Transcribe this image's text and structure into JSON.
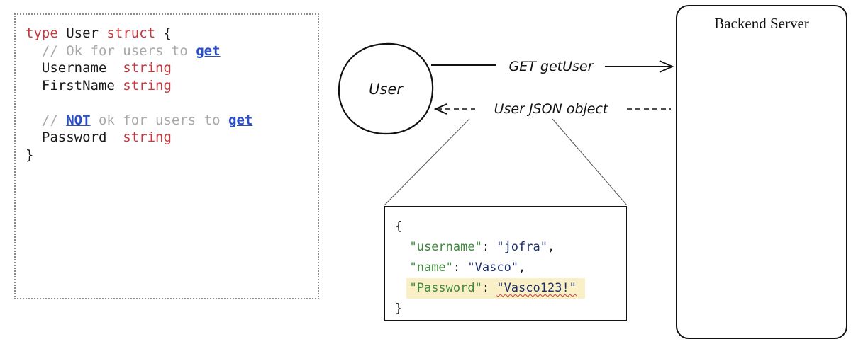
{
  "code": {
    "lines": [
      [
        [
          "kw",
          "type"
        ],
        [
          "",
          "User"
        ],
        [
          "kw",
          "struct"
        ],
        [
          "",
          "{"
        ]
      ],
      [
        [
          "cm",
          "  // Ok for users to "
        ],
        [
          "lk",
          "get"
        ]
      ],
      [
        [
          "",
          "  Username  "
        ],
        [
          "kw",
          "string"
        ]
      ],
      [
        [
          "",
          "  FirstName "
        ],
        [
          "kw",
          "string"
        ]
      ],
      [],
      [
        [
          "cm",
          "  // "
        ],
        [
          "lk",
          "NOT"
        ],
        [
          "cm",
          " ok for users to "
        ],
        [
          "lk",
          "get"
        ]
      ],
      [
        [
          "",
          "  Password  "
        ],
        [
          "kw",
          "string"
        ]
      ],
      [
        [
          "",
          "}"
        ]
      ]
    ]
  },
  "diagram": {
    "user_label": "User",
    "request_label": "GET getUser",
    "response_label": "User JSON object",
    "server_label": "Backend Server"
  },
  "json_box": {
    "open": "{",
    "close": "}",
    "fields": [
      {
        "key": "\"username\"",
        "value": "\"jofra\"",
        "trail": ",",
        "highlight": false
      },
      {
        "key": "\"name\"",
        "value": "\"Vasco\"",
        "trail": ",",
        "highlight": false
      },
      {
        "key": "\"Password\"",
        "value": "\"Vasco123!\"",
        "trail": "",
        "highlight": true
      }
    ]
  },
  "colors": {
    "keyword": "#c8373d",
    "comment": "#a8a8a8",
    "link": "#2b4fc8",
    "json_key": "#3d8a3d",
    "json_value": "#1c2e6a",
    "highlight": "#faf0c8"
  }
}
